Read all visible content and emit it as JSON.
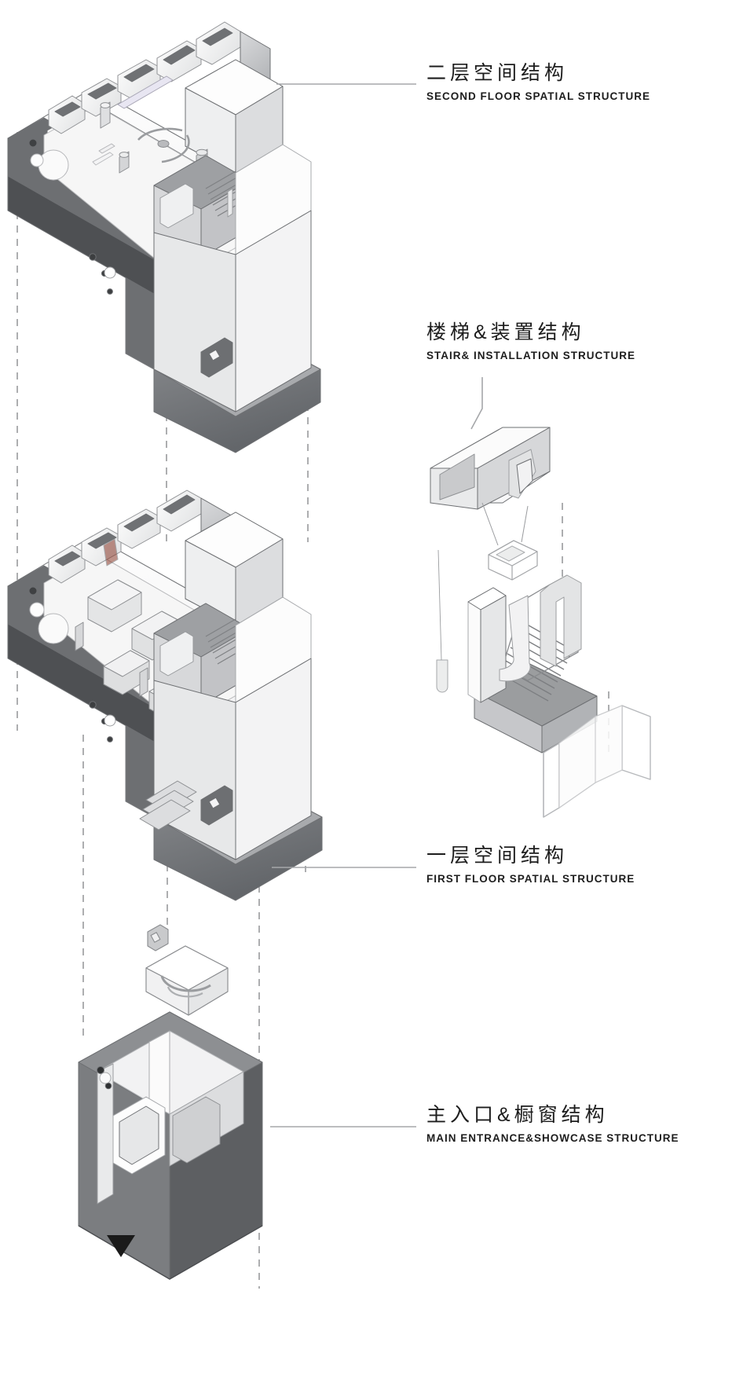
{
  "diagram": {
    "type": "exploded-axonometric",
    "background_color": "#ffffff",
    "line_color": "#4a4a4a",
    "text_color": "#1d1d1d",
    "fill_light": "#ffffff",
    "fill_mid": "#d5d6d8",
    "fill_dark": "#8f9194",
    "fill_darker": "#5b5d60"
  },
  "labels": {
    "second_floor": {
      "cn": "二层空间结构",
      "en": "SECOND FLOOR SPATIAL STRUCTURE"
    },
    "stair": {
      "cn": "楼梯&装置结构",
      "en": "STAIR& INSTALLATION STRUCTURE"
    },
    "first_floor": {
      "cn": "一层空间结构",
      "en": "FIRST FLOOR SPATIAL STRUCTURE"
    },
    "main_entrance": {
      "cn": "主入口&橱窗结构",
      "en": "MAIN ENTRANCE&SHOWCASE STRUCTURE"
    }
  },
  "markers": {
    "north_arrow": "▲"
  }
}
